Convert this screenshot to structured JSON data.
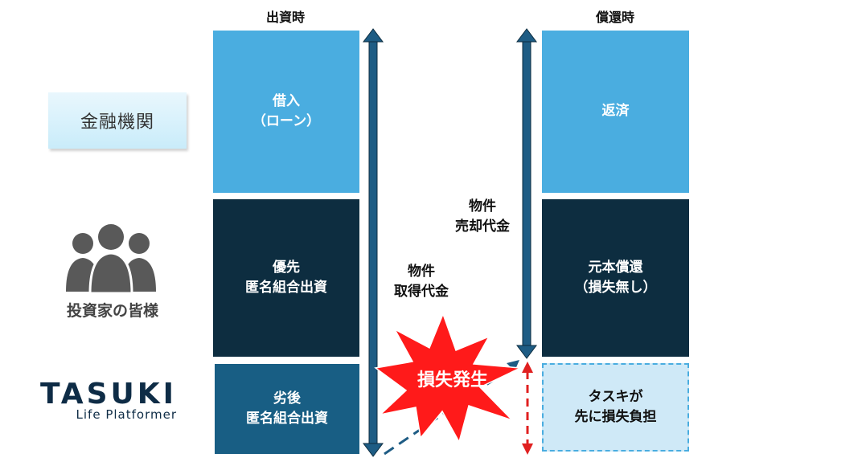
{
  "headers": {
    "left": "出資時",
    "right": "償還時"
  },
  "left_labels": {
    "bank": "金融機関",
    "investors": "投資家の皆様",
    "tasuki_logo": "TASUKI",
    "tasuki_tagline": "Life Platformer"
  },
  "left_column": {
    "loan": "借入\n（ローン）",
    "senior": "優先\n匿名組合出資",
    "junior": "劣後\n匿名組合出資"
  },
  "right_column": {
    "repay": "返済",
    "principal": "元本償還\n（損失無し）",
    "tasuki_burden": "タスキが\n先に損失負担"
  },
  "arrow_labels": {
    "acquisition": "物件\n取得代金",
    "sale": "物件\n売却代金"
  },
  "loss_burst": "損失発生",
  "colors": {
    "light_blue": "#4AADE0",
    "dark_navy": "#0D2D40",
    "mid_blue": "#185E84",
    "dashed_fill": "#CFE9F7",
    "burst_red": "#FF1A1A",
    "dashed_red": "#E02020"
  }
}
